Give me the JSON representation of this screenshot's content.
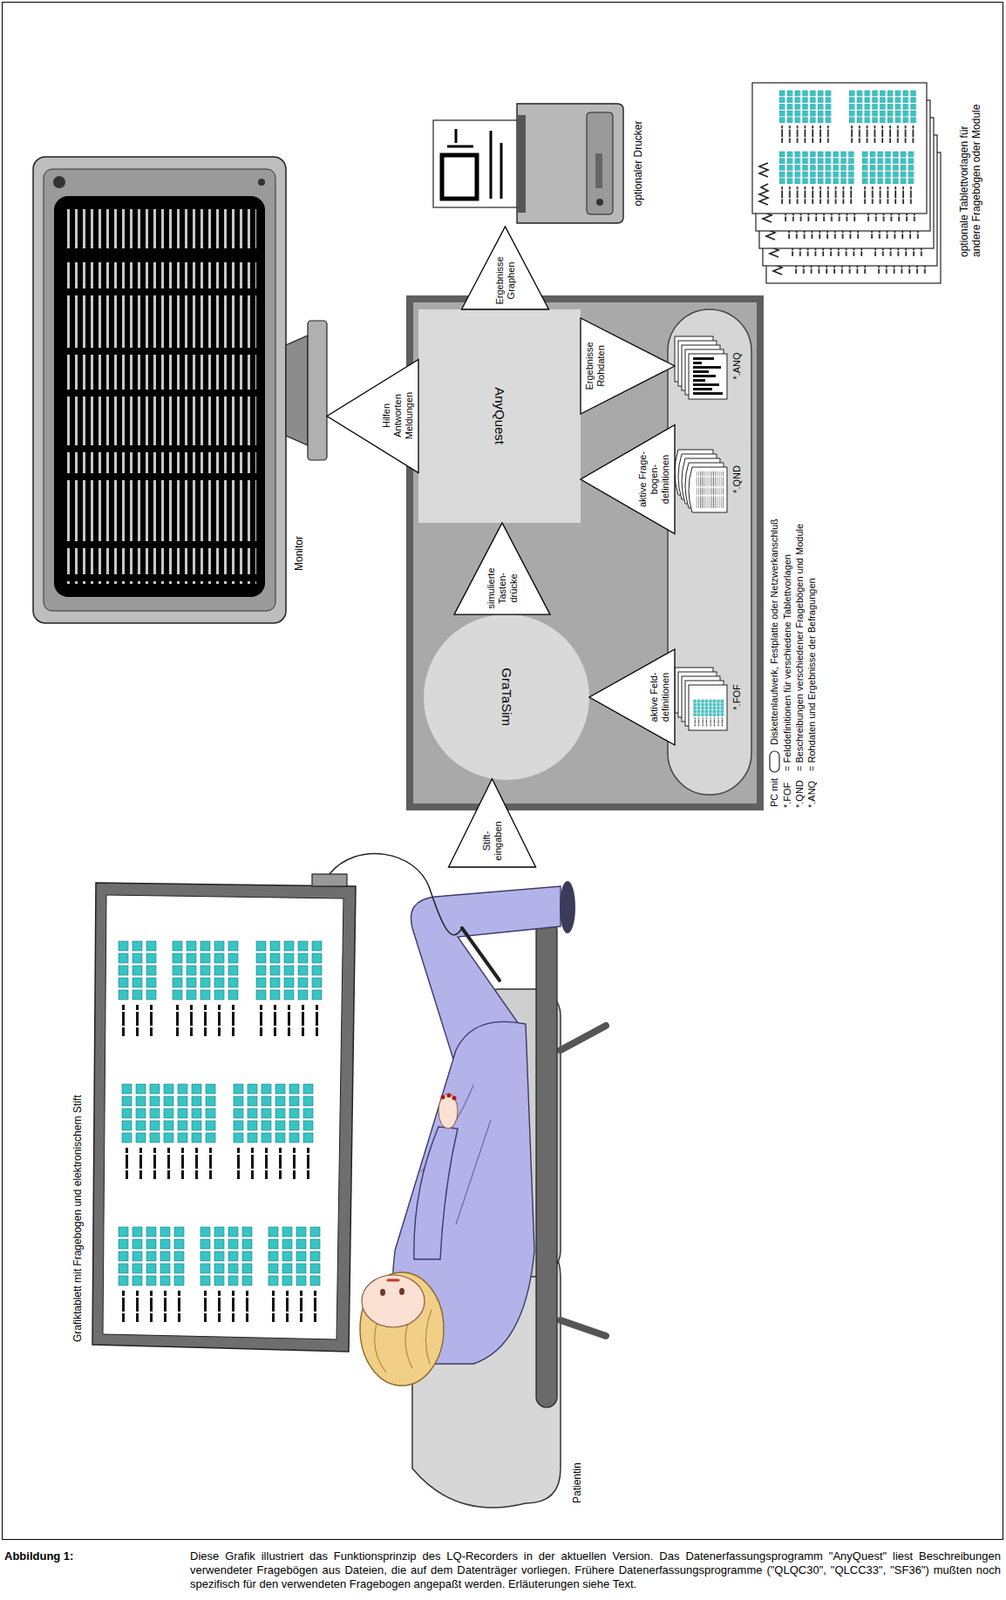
{
  "diagram": {
    "caption": "Diese Grafik illustriert das Funktionsprinzip des LQ-Recorders in der aktuellen Version. Das Datenerfassungsprogramm \"AnyQuest\" liest Beschreibungen verwendeter Fragebögen aus Dateien, die auf dem Datenträger vorliegen. Frühere Datenerfassungsprogramme (\"QLQC30\", \"QLCC33\", \"SF36\") mußten noch spezifisch für den verwendeten Fragebogen angepaßt werden. Erläuterungen siehe Text.",
    "nodes": [
      {
        "text": [
          "Grafiktablett mit Fragebogen und elektronischem Stift"
        ]
      },
      {
        "text": [
          "Monitor"
        ]
      },
      {
        "text": [
          "PC mit"
        ]
      },
      {
        "text": [
          "GraTaSim"
        ],
        "in": 2
      },
      {
        "text": [
          "AnyQuest"
        ],
        "in": 2
      },
      {
        "text": [
          "*.FOF"
        ],
        "in": 2
      },
      {
        "text": [
          "*.QND"
        ],
        "in": 2
      },
      {
        "text": [
          "*.ANQ"
        ],
        "in": 2
      },
      {
        "text": [
          "optionaler Drucker"
        ]
      },
      {
        "text": [
          "optionale Tablettvorlagen für andere Fragebögen oder Module"
        ]
      }
    ],
    "edges": [
      {
        "from": 0,
        "to": 3,
        "label": "Stift- eingaben",
        "arrow": "to"
      },
      {
        "from": 5,
        "to": 3,
        "label": "aktive Feld- definitionen",
        "arrow": "to"
      },
      {
        "from": 6,
        "to": 4,
        "label": "aktive Frage- bogen- definitionen",
        "arrow": "to"
      },
      {
        "from": 3,
        "to": 4,
        "label": "simulierte Tasten- drücke",
        "arrow": "to"
      },
      {
        "from": 4,
        "to": 1,
        "label": "Hilfen Antworten Meldungen",
        "arrow": "to"
      },
      {
        "from": 4,
        "to": 8,
        "label": "Ergebnisse Graphen",
        "arrow": "to"
      },
      {
        "from": 4,
        "to": 7,
        "label": "Ergebnisse Rohdaten",
        "arrow": "to"
      }
    ],
    "labels": [
      "Patientin",
      "*.FOF",
      "= Felddefinitionen für verschiedene Tablettvorlagen",
      "*.QND",
      "= Beschreibungen verschiedener Fragebögen und Module",
      "*.ANQ",
      "= Rohdaten und Ergebnisse der Befragungen",
      "Abbildung 1:"
    ],
    "legend": [
      {
        "text": "Diskettenlaufwerk, Festplatte oder Netzwerkanschluß"
      }
    ]
  }
}
